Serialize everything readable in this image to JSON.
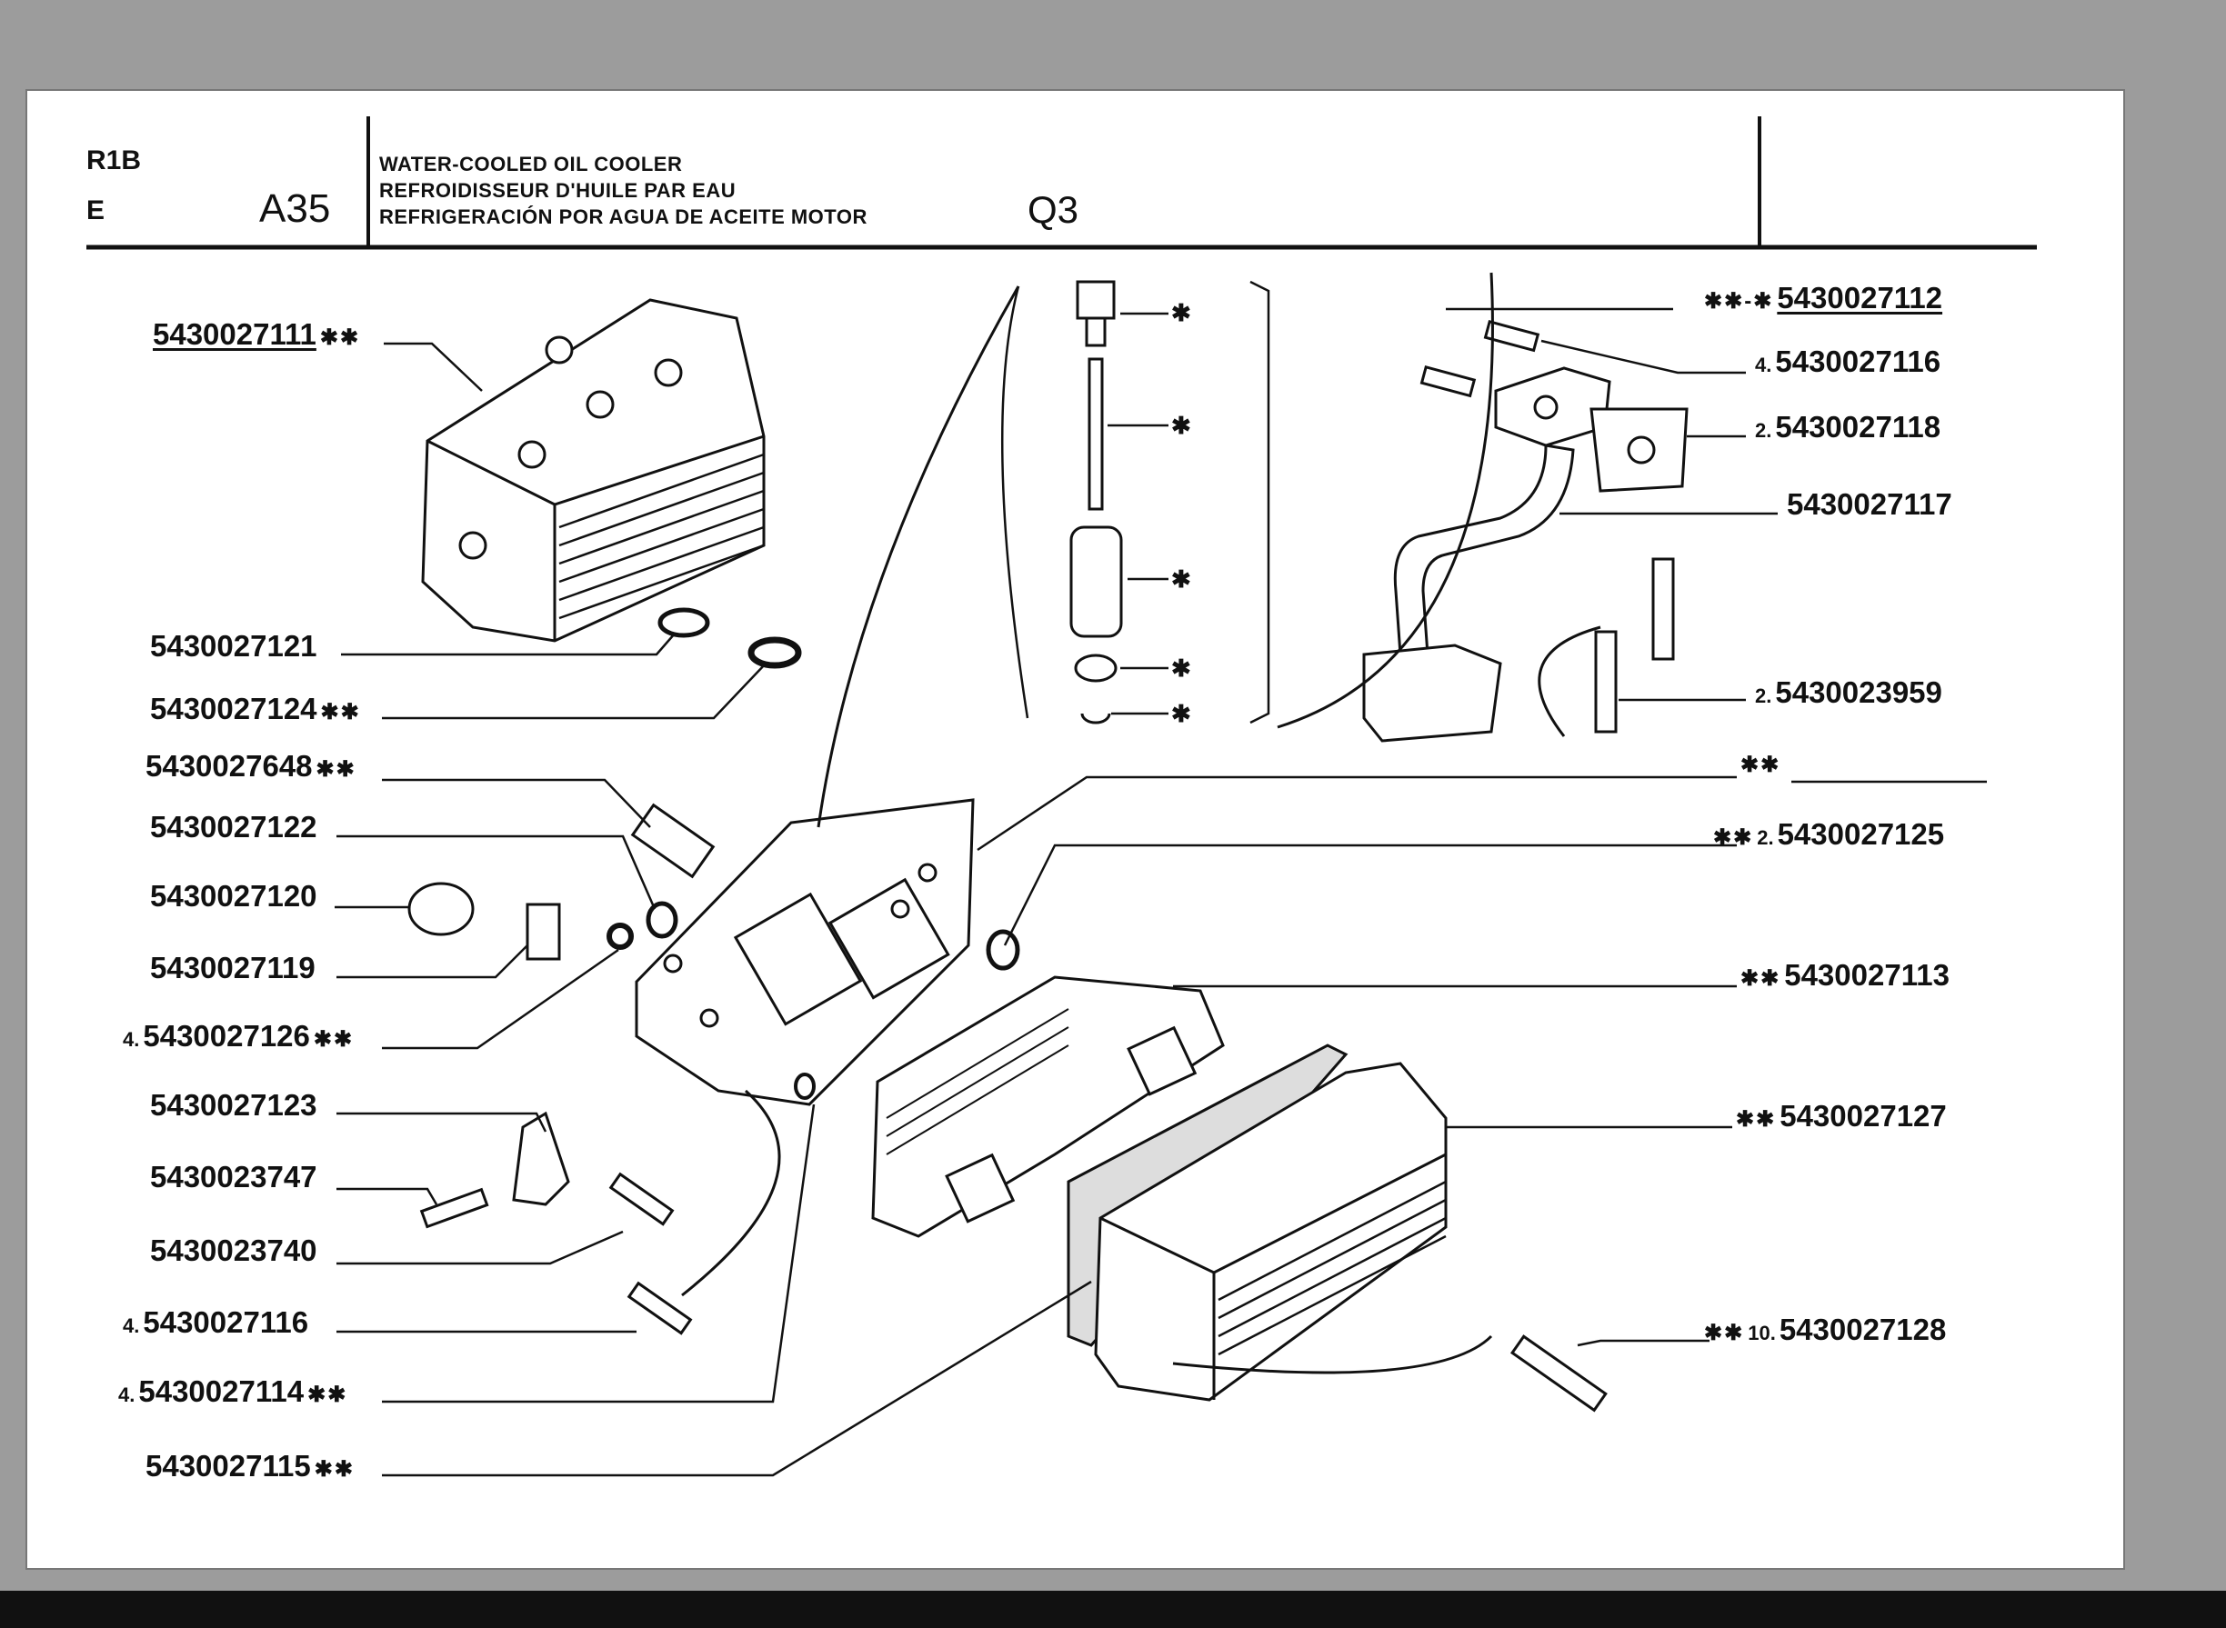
{
  "header": {
    "model": "R1B",
    "language": "E",
    "group_code": "A35",
    "title_en": "WATER-COOLED OIL COOLER",
    "title_fr": "REFROIDISSEUR D'HUILE PAR EAU",
    "title_es": "REFRIGERACIÓN POR AGUA DE ACEITE MOTOR",
    "section_code": "Q3"
  },
  "left_parts": [
    {
      "qty": "",
      "pn": "5430027111",
      "mark": "✱✱",
      "underlined": true
    },
    {
      "qty": "",
      "pn": "5430027121",
      "mark": ""
    },
    {
      "qty": "",
      "pn": "5430027124",
      "mark": "✱✱"
    },
    {
      "qty": "",
      "pn": "5430027648",
      "mark": "✱✱"
    },
    {
      "qty": "",
      "pn": "5430027122",
      "mark": ""
    },
    {
      "qty": "",
      "pn": "5430027120",
      "mark": ""
    },
    {
      "qty": "",
      "pn": "5430027119",
      "mark": ""
    },
    {
      "qty": "4.",
      "pn": "5430027126",
      "mark": "✱✱"
    },
    {
      "qty": "",
      "pn": "5430027123",
      "mark": ""
    },
    {
      "qty": "",
      "pn": "5430023747",
      "mark": ""
    },
    {
      "qty": "",
      "pn": "5430023740",
      "mark": ""
    },
    {
      "qty": "4.",
      "pn": "5430027116",
      "mark": ""
    },
    {
      "qty": "4.",
      "pn": "5430027114",
      "mark": "✱✱"
    },
    {
      "qty": "",
      "pn": "5430027115",
      "mark": "✱✱"
    }
  ],
  "right_parts": [
    {
      "prefix": "✱✱-✱",
      "qty": "",
      "pn": "5430027112",
      "underlined": true
    },
    {
      "prefix": "",
      "qty": "4.",
      "pn": "5430027116"
    },
    {
      "prefix": "",
      "qty": "2.",
      "pn": "5430027118"
    },
    {
      "prefix": "",
      "qty": "",
      "pn": "5430027117"
    },
    {
      "prefix": "",
      "qty": "2.",
      "pn": "5430023959"
    },
    {
      "prefix": "✱✱",
      "qty": "",
      "pn": ""
    },
    {
      "prefix": "✱✱",
      "qty": "2.",
      "pn": "5430027125"
    },
    {
      "prefix": "✱✱",
      "qty": "",
      "pn": "5430027113"
    },
    {
      "prefix": "✱✱",
      "qty": "",
      "pn": "5430027127"
    },
    {
      "prefix": "✱✱",
      "qty": "10.",
      "pn": "5430027128"
    }
  ],
  "bolt_kit_marks": [
    "✱",
    "✱",
    "✱",
    "✱",
    "✱"
  ],
  "colors": {
    "paper": "#ffffff",
    "background": "#9c9c9c",
    "ink": "#111111"
  }
}
